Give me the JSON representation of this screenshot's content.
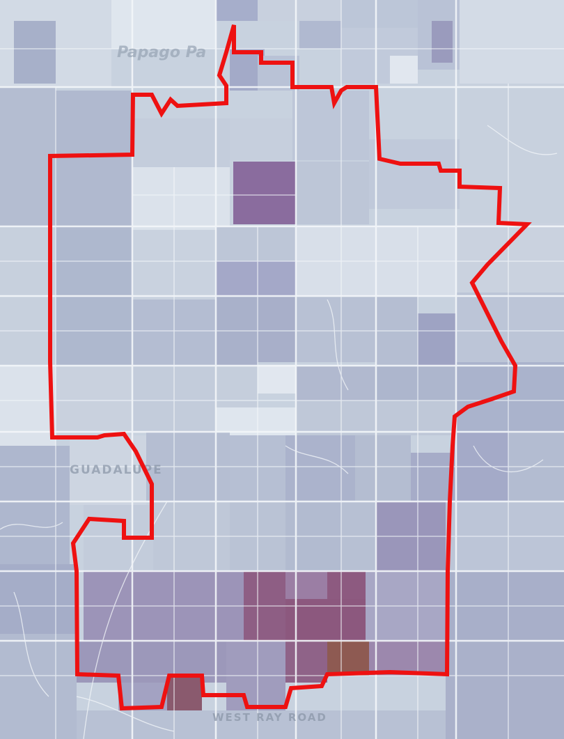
{
  "map": {
    "labels": {
      "park": "Papago Pa",
      "town": "GUADALUPE",
      "road": "WEST RAY ROAD"
    },
    "colors": {
      "base": "#c4cedd",
      "light": "#dae2ec",
      "mid": "#aab4ca",
      "strong": "#9090b4",
      "purple": "#8a6a9a",
      "maroon": "#8a5070",
      "brown": "#8c5a4e",
      "boundary": "#ee1111",
      "roads": "#ffffff"
    },
    "icons": [
      "district-boundary-outline",
      "choropleth-tract-shading",
      "road-network"
    ]
  }
}
